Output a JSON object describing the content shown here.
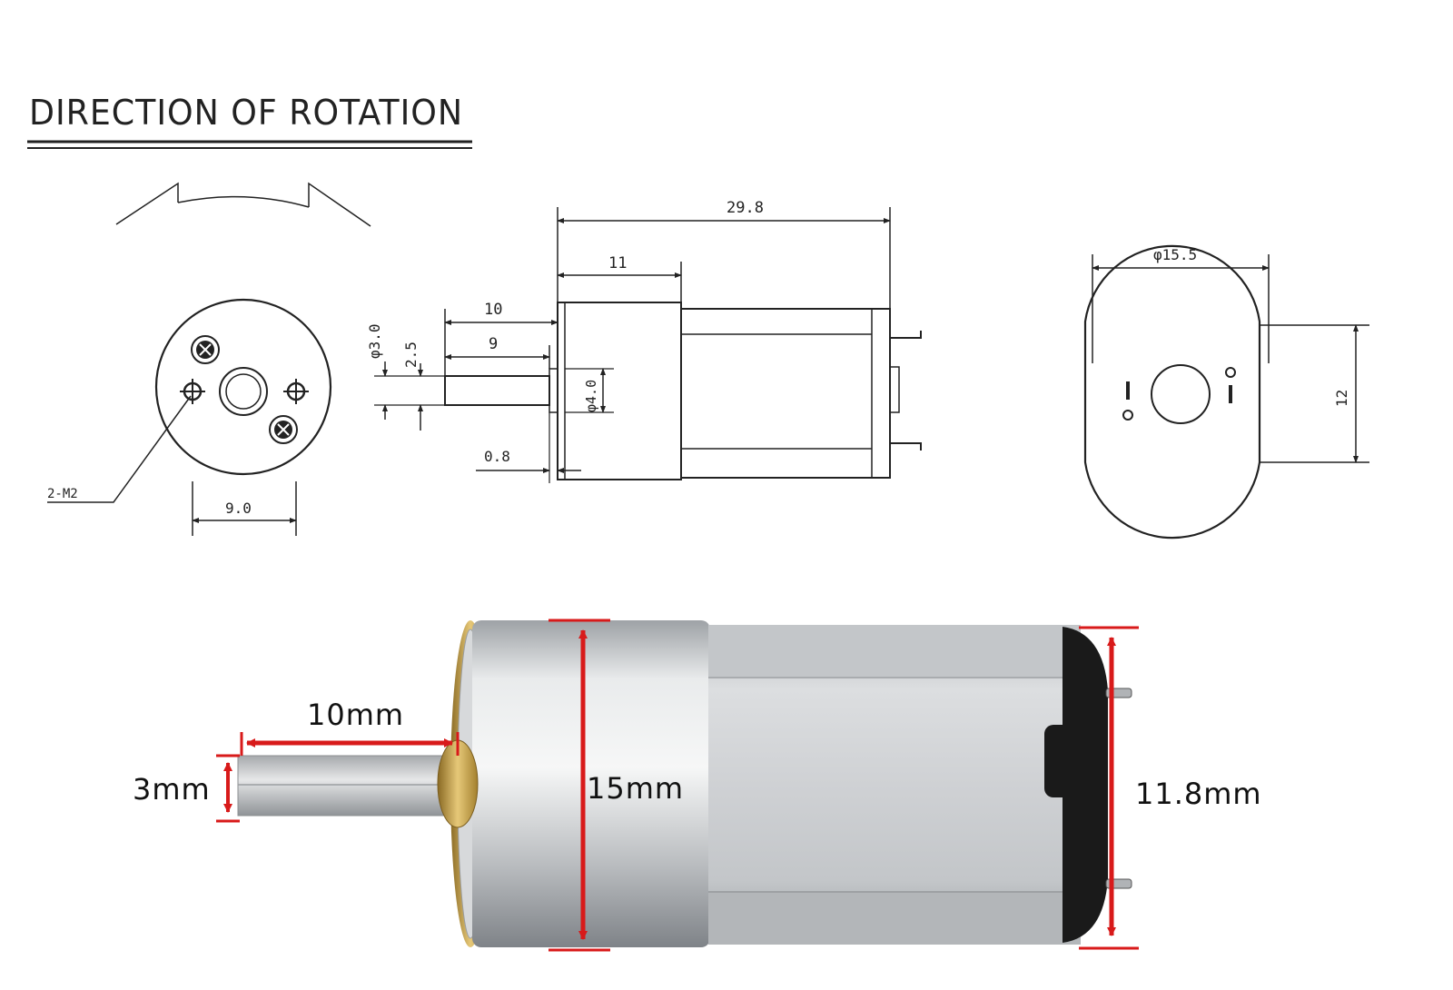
{
  "heading": "DIRECTION  OF  ROTATION",
  "drawing_labels": {
    "total_length": "29.8",
    "gearbox_length": "11",
    "shaft_length": "10",
    "shaft_flat_length": "9",
    "shaft_diameter": "φ3.0",
    "shaft_flat": "2.5",
    "boss_diameter": "φ4.0",
    "boss_thickness": "0.8",
    "screw_callout": "2-M2",
    "screw_spacing": "9.0",
    "body_diameter": "φ15.5",
    "flat_height": "12"
  },
  "photo_labels": {
    "shaft_length": "10mm",
    "shaft_width": "3mm",
    "body_diameter": "15mm",
    "motor_height": "11.8mm"
  },
  "colors": {
    "line": "#222222",
    "dimension_red": "#d81a1a",
    "brass": "#c9a24a",
    "metal": "#c7c9cc",
    "end_cap": "#1a1a1a"
  }
}
